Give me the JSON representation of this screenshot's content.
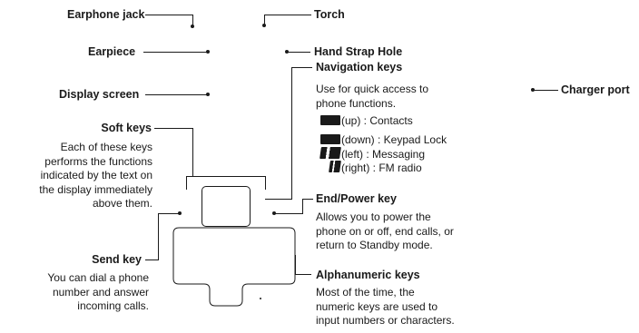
{
  "labels": {
    "earphone_jack": "Earphone jack",
    "torch": "Torch",
    "earpiece": "Earpiece",
    "hand_strap_hole": "Hand Strap Hole",
    "navigation_keys": "Navigation keys",
    "display_screen": "Display screen",
    "charger_port": "Charger port",
    "soft_keys": "Soft keys",
    "end_power_key": "End/Power key",
    "send_key": "Send key",
    "alphanumeric_keys": "Alphanumeric keys"
  },
  "descriptions": {
    "navigation_keys": [
      "Use for quick access to",
      "phone functions."
    ],
    "soft_keys": [
      "Each of these keys",
      "performs the functions",
      "indicated by the text on",
      "the display immediately",
      "above them."
    ],
    "end_power_key": [
      "Allows you to power the",
      "phone on or off, end calls, or",
      "return to Standby mode."
    ],
    "send_key": [
      "You can dial a phone",
      "number and answer",
      "incoming calls."
    ],
    "alphanumeric_keys": [
      "Most of the time, the",
      "numeric keys are used to",
      "input numbers or characters."
    ]
  },
  "navigation_key_items": [
    {
      "icon": "up-key-icon",
      "text": "(up) : Contacts"
    },
    {
      "icon": "down-key-icon",
      "text": "(down) : Keypad Lock"
    },
    {
      "icon": "left-key-icon",
      "text": "(left) : Messaging"
    },
    {
      "icon": "right-key-icon",
      "text": "(right) : FM radio"
    }
  ]
}
